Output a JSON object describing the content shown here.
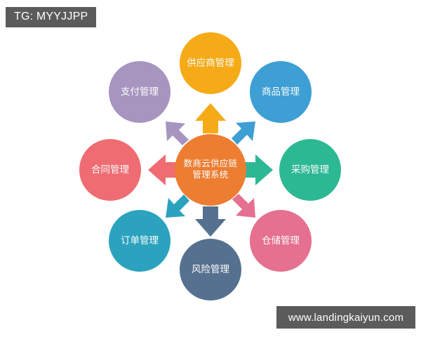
{
  "page": {
    "background_color": "#ffffff",
    "title_text": "数商云供应链管理系统"
  },
  "watermarks": {
    "top_left": "TG: MYYJJPP",
    "bottom_right": "www.landingkaiyun.com",
    "background_color": "#5b5b5b",
    "text_color": "#ffffff"
  },
  "diagram": {
    "type": "radial-hub-and-spoke",
    "center": {
      "id": "center",
      "label": "数商云供应链\n管理系统",
      "color": "#ED7D31",
      "text_color": "#ffffff"
    },
    "nodes": [
      {
        "id": "supplier",
        "label": "供应商管理",
        "color": "#F5AB17",
        "position": "top",
        "angle_deg": 90,
        "arrow_color": "#F5AB17",
        "arrow_direction": "up"
      },
      {
        "id": "product",
        "label": "商品管理",
        "color": "#3D9FD4",
        "position": "top-right",
        "angle_deg": 45,
        "arrow_color": "#3D9FD4",
        "arrow_direction": "up-right"
      },
      {
        "id": "purchase",
        "label": "采购管理",
        "color": "#2DB894",
        "position": "right",
        "angle_deg": 0,
        "arrow_color": "#2DB894",
        "arrow_direction": "right"
      },
      {
        "id": "warehouse",
        "label": "仓储管理",
        "color": "#E5708F",
        "position": "bottom-right",
        "angle_deg": -45,
        "arrow_color": "#E5708F",
        "arrow_direction": "down-right"
      },
      {
        "id": "risk",
        "label": "风险管理",
        "color": "#55718F",
        "position": "bottom",
        "angle_deg": -90,
        "arrow_color": "#55718F",
        "arrow_direction": "down"
      },
      {
        "id": "order",
        "label": "订单管理",
        "color": "#2BA3BE",
        "position": "bottom-left",
        "angle_deg": -135,
        "arrow_color": "#2BA3BE",
        "arrow_direction": "down-left"
      },
      {
        "id": "contract",
        "label": "合同管理",
        "color": "#EF6C72",
        "position": "left",
        "angle_deg": 180,
        "arrow_color": "#EF6C72",
        "arrow_direction": "left"
      },
      {
        "id": "payment",
        "label": "支付管理",
        "color": "#A795C0",
        "position": "top-left",
        "angle_deg": 135,
        "arrow_color": "#A795C0",
        "arrow_direction": "up-left"
      }
    ]
  }
}
